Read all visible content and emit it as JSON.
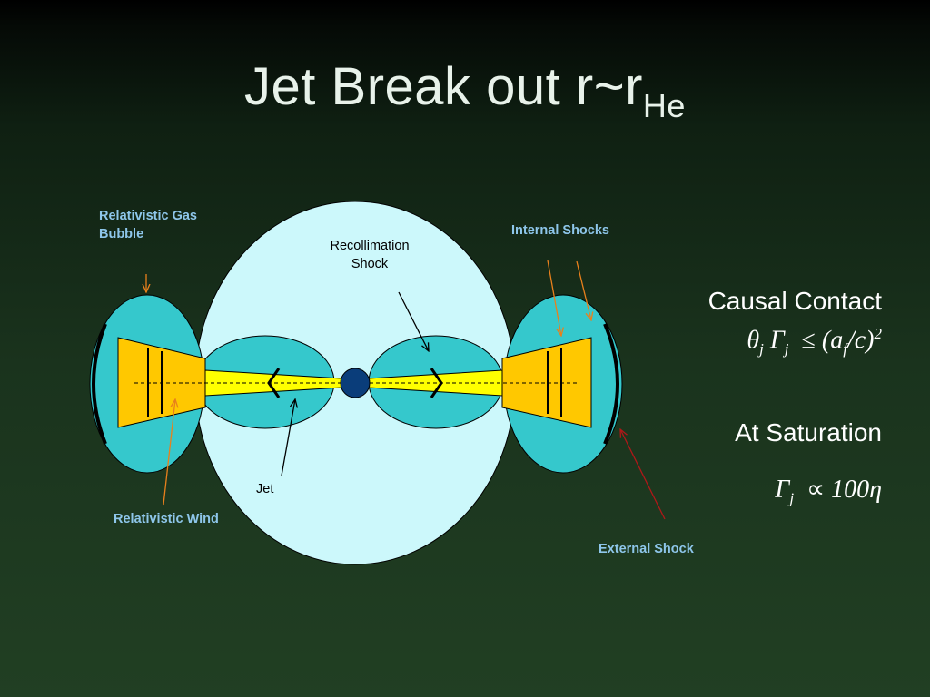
{
  "title": {
    "main": "Jet Break out r~r",
    "subscript": "He"
  },
  "labels": {
    "gas_bubble": "Relativistic Gas Bubble",
    "internal_shocks": "Internal Shocks",
    "recollimation_shock": "Recollimation Shock",
    "jet": "Jet",
    "relativistic_wind": "Relativistic Wind",
    "external_shock": "External Shock"
  },
  "panel": {
    "causal_contact": "Causal Contact",
    "causal_formula": {
      "theta": "θ",
      "j1": "j",
      "gamma": "Γ",
      "j2": "j",
      "leq": "≤",
      "a_open": "(a",
      "f": "f",
      "rest": "/c)",
      "power": "2"
    },
    "at_saturation": "At Saturation",
    "saturation_formula": {
      "gamma": "Γ",
      "j": "j",
      "prop": "∝",
      "value": "100",
      "eta": "η"
    }
  },
  "colors": {
    "bubble": "#ccf8fb",
    "lobe": "#35c8cc",
    "jet_yellow": "#ffff00",
    "nozzle": "#ffc800",
    "core": "#0a3d7a",
    "label_blue": "#8ec6ea",
    "arrow_orange": "#e8801c",
    "arrow_red": "#b01818"
  }
}
